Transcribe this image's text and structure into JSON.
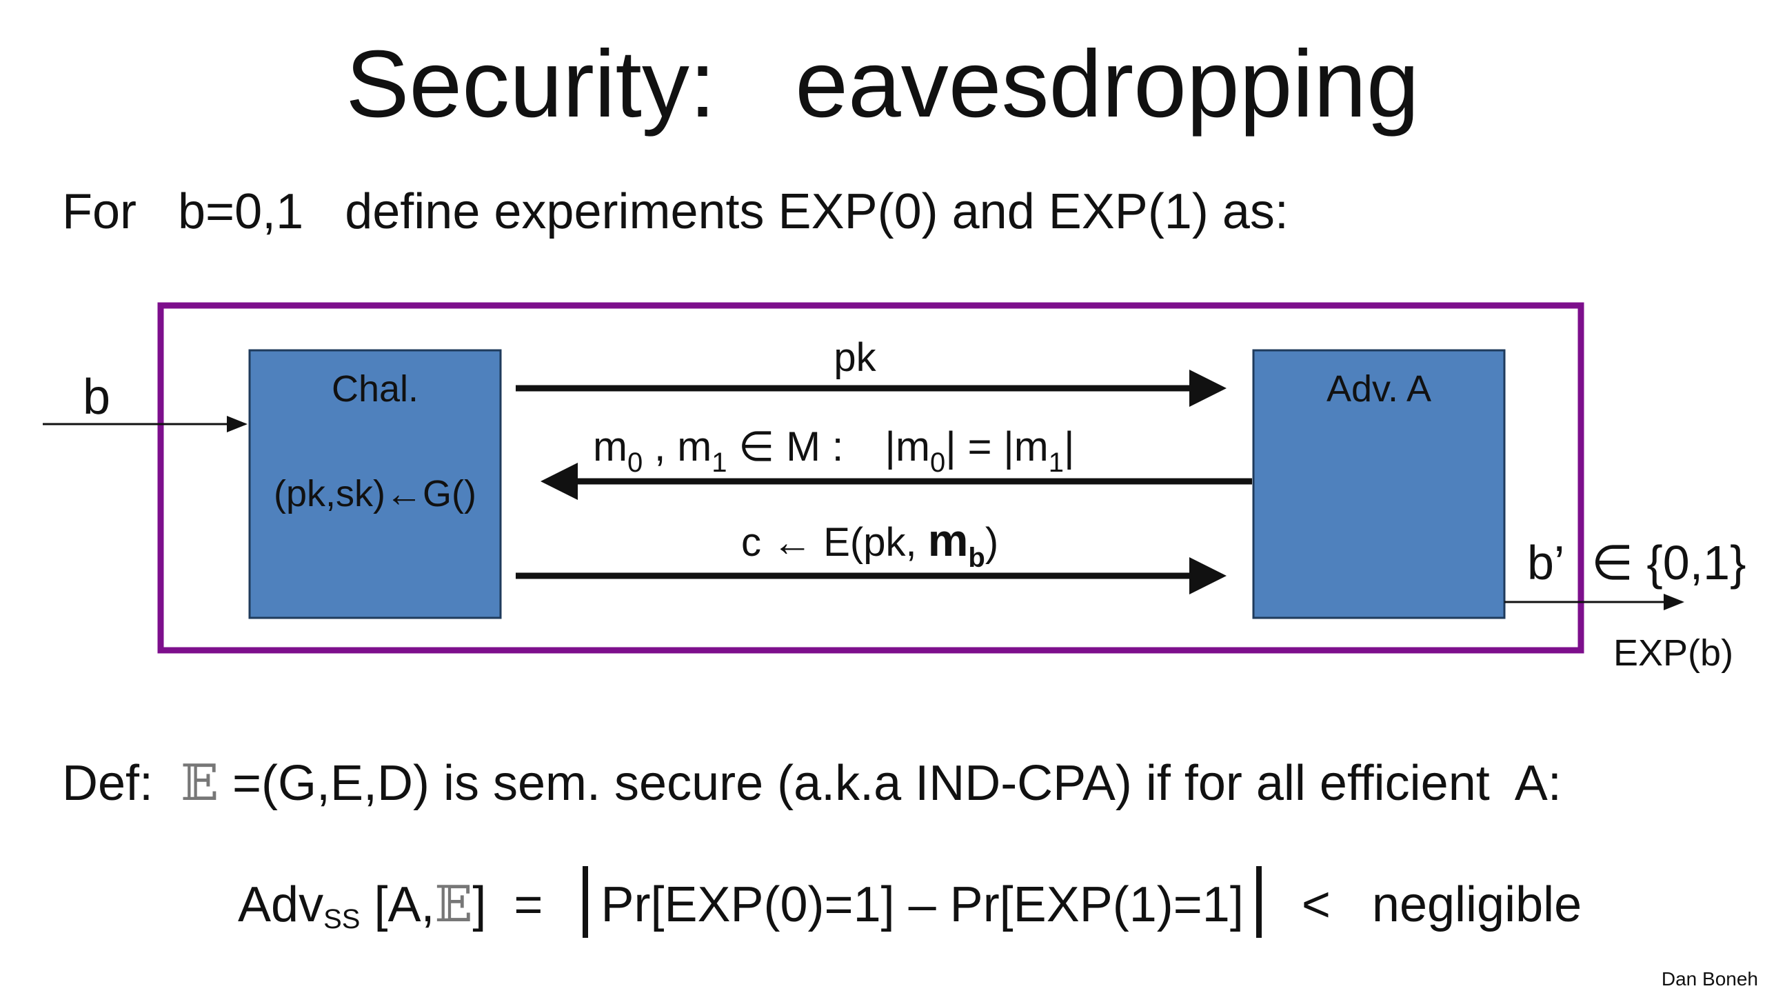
{
  "slide": {
    "title": "Security:   eavesdropping",
    "intro": "For   b=0,1   define experiments EXP(0) and EXP(1) as:",
    "diagram": {
      "input_label": "b",
      "challenger": {
        "label": "Chal.",
        "keygen": "(pk,sk)←G()"
      },
      "adversary": {
        "label": "Adv. A"
      },
      "messages": {
        "pk": "pk",
        "msg_choice": {
          "m": "m",
          "sub0": "0",
          "sub1": "1",
          "middle": " , m",
          "in_M": " ∈ M :",
          "abs_open": "|m",
          "abs_mid": "| = |m",
          "abs_close": "|"
        },
        "cipher": {
          "prefix": "c ← E(pk, ",
          "mb": "m",
          "mb_sub": "b",
          "suffix": ")"
        }
      },
      "output": {
        "bprime": "b’",
        "range": "∈ {0,1}",
        "label": "EXP(b)"
      },
      "colors": {
        "frame": "#7d0f8c",
        "box_fill": "#4f81bd",
        "box_stroke": "#1f3b5c"
      }
    },
    "definition": {
      "def_label": "Def:",
      "bbE": "𝔼",
      "def_text": " =(G,E,D) is sem. secure (a.k.a IND-CPA) if for all efficient  A:"
    },
    "advantage": {
      "adv": "Adv",
      "adv_sub": "SS",
      "args_open": " [A,",
      "bbE": "𝔼",
      "args_close": "]  =",
      "expr": "Pr[EXP(0)=1] – Pr[EXP(1)=1]",
      "lt": "<",
      "negligible": "negligible"
    },
    "credit": "Dan Boneh"
  }
}
